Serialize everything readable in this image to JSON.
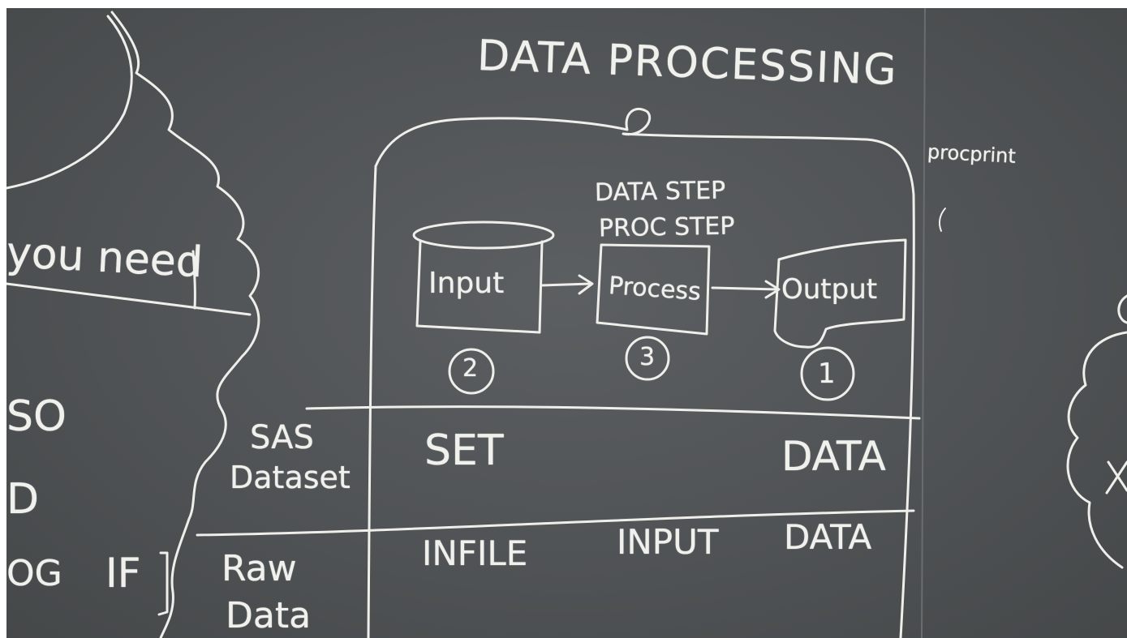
{
  "board": {
    "title": "DATA PROCESSING",
    "side_note": "procprint",
    "steps_header": [
      "DATA STEP",
      "PROC STEP"
    ],
    "boxes": [
      {
        "label": "Input",
        "number": "2"
      },
      {
        "label": "Process",
        "number": "3"
      },
      {
        "label": "Output",
        "number": "1"
      }
    ],
    "rows": [
      {
        "label_lines": [
          "SAS",
          "Dataset"
        ],
        "cells": [
          "SET",
          "DATA"
        ]
      },
      {
        "label_lines": [
          "Raw",
          "Data"
        ],
        "cells": [
          "INFILE",
          "INPUT",
          "DATA"
        ]
      }
    ],
    "left_fragments": {
      "you_need": "you need",
      "so": "SO",
      "d": "D",
      "og": "OG",
      "if": "IF"
    }
  },
  "colors": {
    "board": "#505355",
    "chalk": "#eeeeea"
  }
}
